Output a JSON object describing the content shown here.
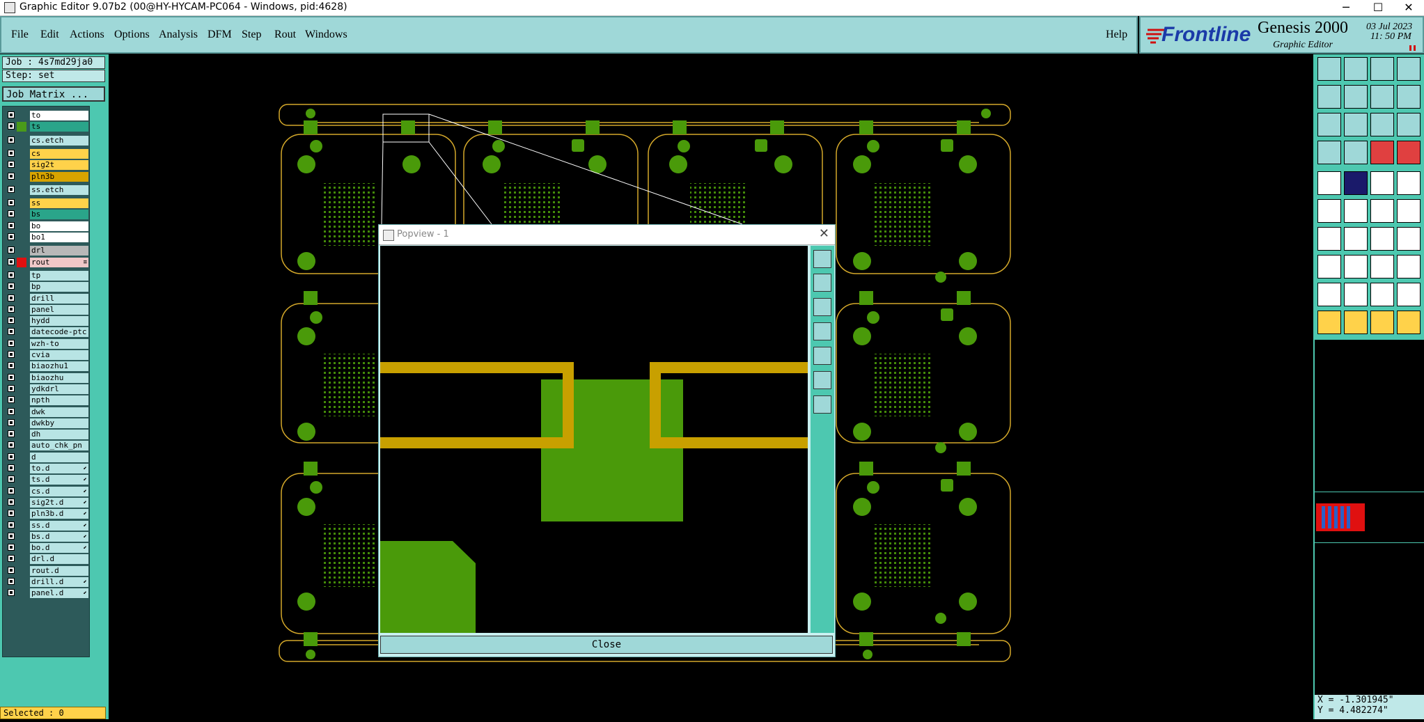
{
  "window": {
    "title": "Graphic Editor 9.07b2 (00@HY-HYCAM-PC064 - Windows, pid:4628)",
    "minimize": "─",
    "maximize": "☐",
    "close": "✕"
  },
  "menu": {
    "items": [
      "File",
      "Edit",
      "Actions",
      "Options",
      "Analysis",
      "DFM",
      "Step",
      "Rout",
      "Windows"
    ],
    "help": "Help"
  },
  "branding": {
    "logo_text": "Frontline",
    "product": "Genesis 2000",
    "module": "Graphic Editor",
    "date": "03 Jul 2023",
    "time": "11: 50  PM"
  },
  "job": {
    "job_label": "Job : 4s7md29ja0",
    "step_label": "Step: set",
    "matrix_button": "Job Matrix ..."
  },
  "layers": [
    {
      "name": "to",
      "color": "#ffffff",
      "mark": "",
      "swatch": ""
    },
    {
      "name": "ts",
      "color": "#2aa58a",
      "mark": "",
      "swatch": "#4a9a1a"
    },
    {
      "name": "cs.etch",
      "color": "#b8e4e4",
      "mark": "",
      "swatch": ""
    },
    {
      "name": "cs",
      "color": "#ffd24a",
      "mark": "",
      "swatch": ""
    },
    {
      "name": "sig2t",
      "color": "#ffd24a",
      "mark": "",
      "swatch": ""
    },
    {
      "name": "pln3b",
      "color": "#d8a400",
      "mark": "",
      "swatch": ""
    },
    {
      "name": "ss.etch",
      "color": "#b8e4e4",
      "mark": "",
      "swatch": ""
    },
    {
      "name": "ss",
      "color": "#ffd24a",
      "mark": "",
      "swatch": ""
    },
    {
      "name": "bs",
      "color": "#2aa58a",
      "mark": "",
      "swatch": ""
    },
    {
      "name": "bo",
      "color": "#ffffff",
      "mark": "",
      "swatch": ""
    },
    {
      "name": "bo1",
      "color": "#ffffff",
      "mark": "",
      "swatch": ""
    },
    {
      "name": "drl",
      "color": "#b8b8b8",
      "mark": "",
      "swatch": ""
    },
    {
      "name": "rout",
      "color": "#f0c8c8",
      "mark": "≡",
      "swatch": "#e01010"
    },
    {
      "name": "tp",
      "color": "#b8e4e4",
      "mark": "",
      "swatch": ""
    },
    {
      "name": "bp",
      "color": "#b8e4e4",
      "mark": "",
      "swatch": ""
    },
    {
      "name": "drill",
      "color": "#b8e4e4",
      "mark": "",
      "swatch": ""
    },
    {
      "name": "panel",
      "color": "#b8e4e4",
      "mark": "",
      "swatch": ""
    },
    {
      "name": "hydd",
      "color": "#b8e4e4",
      "mark": "",
      "swatch": ""
    },
    {
      "name": "datecode-ptc",
      "color": "#b8e4e4",
      "mark": "",
      "swatch": ""
    },
    {
      "name": "wzh-to",
      "color": "#b8e4e4",
      "mark": "",
      "swatch": ""
    },
    {
      "name": "cvia",
      "color": "#b8e4e4",
      "mark": "",
      "swatch": ""
    },
    {
      "name": "biaozhu1",
      "color": "#b8e4e4",
      "mark": "",
      "swatch": ""
    },
    {
      "name": "biaozhu",
      "color": "#b8e4e4",
      "mark": "",
      "swatch": ""
    },
    {
      "name": "ydkdrl",
      "color": "#b8e4e4",
      "mark": "",
      "swatch": ""
    },
    {
      "name": "npth",
      "color": "#b8e4e4",
      "mark": "",
      "swatch": ""
    },
    {
      "name": "dwk",
      "color": "#b8e4e4",
      "mark": "",
      "swatch": ""
    },
    {
      "name": "dwkby",
      "color": "#b8e4e4",
      "mark": "",
      "swatch": ""
    },
    {
      "name": "dh",
      "color": "#b8e4e4",
      "mark": "",
      "swatch": ""
    },
    {
      "name": "auto_chk_pn",
      "color": "#b8e4e4",
      "mark": "",
      "swatch": ""
    },
    {
      "name": "d",
      "color": "#b8e4e4",
      "mark": "",
      "swatch": ""
    },
    {
      "name": "to.d",
      "color": "#b8e4e4",
      "mark": "⬋",
      "swatch": ""
    },
    {
      "name": "ts.d",
      "color": "#b8e4e4",
      "mark": "⬋",
      "swatch": ""
    },
    {
      "name": "cs.d",
      "color": "#b8e4e4",
      "mark": "⬋",
      "swatch": ""
    },
    {
      "name": "sig2t.d",
      "color": "#b8e4e4",
      "mark": "⬋",
      "swatch": ""
    },
    {
      "name": "pln3b.d",
      "color": "#b8e4e4",
      "mark": "⬋",
      "swatch": ""
    },
    {
      "name": "ss.d",
      "color": "#b8e4e4",
      "mark": "⬋",
      "swatch": ""
    },
    {
      "name": "bs.d",
      "color": "#b8e4e4",
      "mark": "⬋",
      "swatch": ""
    },
    {
      "name": "bo.d",
      "color": "#b8e4e4",
      "mark": "⬋",
      "swatch": ""
    },
    {
      "name": "drl.d",
      "color": "#b8e4e4",
      "mark": "",
      "swatch": ""
    },
    {
      "name": "rout.d",
      "color": "#b8e4e4",
      "mark": "",
      "swatch": ""
    },
    {
      "name": "drill.d",
      "color": "#b8e4e4",
      "mark": "⬋",
      "swatch": ""
    },
    {
      "name": "panel.d",
      "color": "#b8e4e4",
      "mark": "⬋",
      "swatch": ""
    }
  ],
  "status": {
    "selected": "Selected : 0",
    "x": "X = -1.301945\"",
    "y": "Y = 4.482274\""
  },
  "popview": {
    "title": "Popview - 1",
    "close_x": "✕",
    "close_button": "Close"
  },
  "colors": {
    "panel_bg": "#4dc8b0",
    "menu_bg": "#9fd8d8",
    "copper": "#4a9a0a",
    "outline": "#d4a82a",
    "trace": "#c8a000"
  }
}
